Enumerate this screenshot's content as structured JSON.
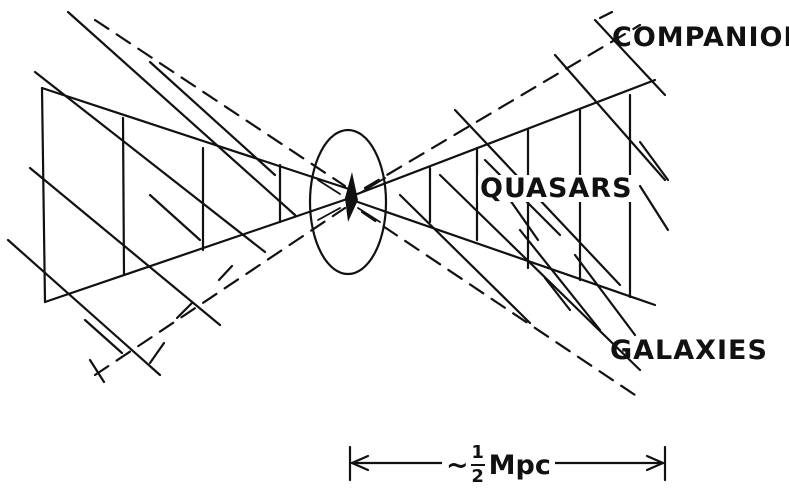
{
  "labels": {
    "companion": "COMPANION",
    "quasars": "QUASARS",
    "galaxies": "GALAXIES"
  },
  "scale_bar": {
    "tilde": "~",
    "numerator": "1",
    "denominator": "2",
    "unit": "Mpc"
  },
  "colors": {
    "ink": "#111111",
    "background": "#ffffff"
  }
}
